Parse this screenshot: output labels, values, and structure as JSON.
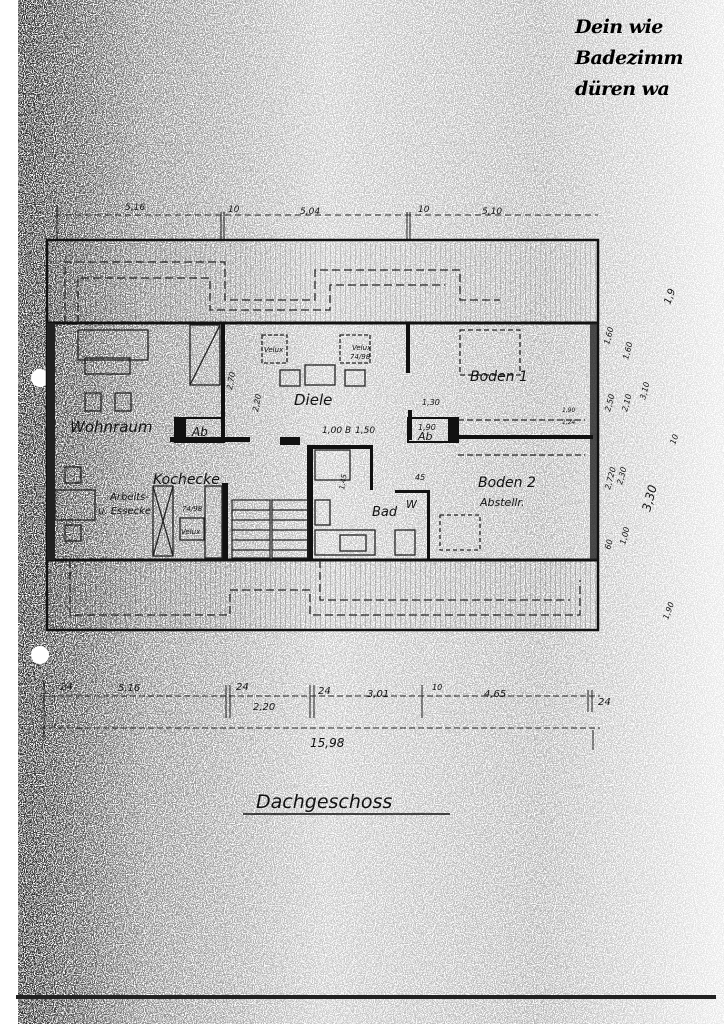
{
  "handwritten_note": [
    "Dein wie",
    "Badezimm",
    "düren wa"
  ],
  "plan": {
    "title": "Dachgeschoss",
    "rooms": {
      "wohnraum": "Wohnraum",
      "diele": "Diele",
      "boden1": "Boden 1",
      "boden2": "Boden 2",
      "abstellraum": "Abstellr.",
      "kochecke": "Kochecke",
      "essecke_1": "Arbeits-",
      "essecke_2": "u. Essecke",
      "bad": "Bad",
      "ab_left": "Ab",
      "ab_right": "Ab",
      "w": "W"
    },
    "windows": {
      "velux1": "Velux",
      "velux2": "Velux",
      "velux2_size": "74/98",
      "velux3": "Velux",
      "velux3_size": "74/98"
    },
    "top_dimensions": [
      "5,16",
      "10",
      "5,04",
      "10",
      "5,10"
    ],
    "bottom_dimensions": [
      "24",
      "5,16",
      "24",
      "2,20",
      "24",
      "3,01",
      "10",
      "4,65",
      "24"
    ],
    "total_width": "15,98",
    "inner_dimensions": [
      "2,70",
      "2,20",
      "1,00",
      "B",
      "1,50",
      "1,30",
      "1,90",
      "1,45",
      "45",
      "1,90",
      "1,24"
    ],
    "right_dimensions": [
      "1,60",
      "1,60",
      "2,50",
      "2,10",
      "3,10",
      "2,720",
      "2,30",
      "3,30",
      "60",
      "1,00",
      "1,90",
      "10",
      "1,9"
    ]
  }
}
